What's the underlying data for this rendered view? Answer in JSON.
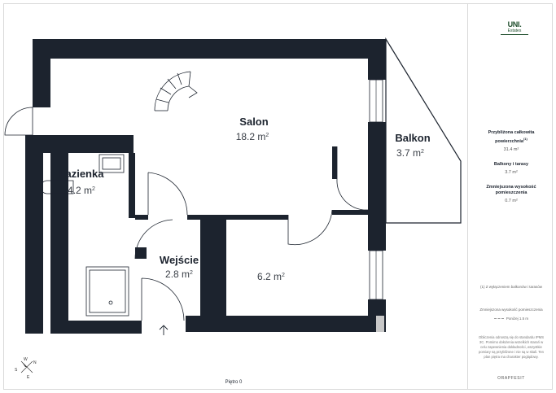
{
  "rooms": [
    {
      "name": "Salon",
      "area": "18.2 m",
      "sup": "2"
    },
    {
      "name": "Balkon",
      "area": "3.7 m",
      "sup": "2"
    },
    {
      "name": "Łazienka",
      "area": "4.2 m",
      "sup": "2"
    },
    {
      "name": "Wejście",
      "area": "2.8 m",
      "sup": "2"
    },
    {
      "name": "",
      "area": "6.2 m",
      "sup": "2"
    }
  ],
  "floor_label": "Piętro 0",
  "compass": {
    "n": "N",
    "s": "S",
    "w": "W",
    "e": "E"
  },
  "sidebar": {
    "logo_main": "UNI.",
    "logo_sub": "Estates",
    "total_label": "Przybliżona całkowita powierzchnia",
    "total_mark": "(1)",
    "total_value": "31.4 m²",
    "balcony_label": "Balkony i tarasy",
    "balcony_value": "3.7 m²",
    "reduced_label": "Zmniejszona wysokość pomieszczenia",
    "reduced_value": "0.7 m²",
    "note_1": "(1) Z wyłączeniem balkonów i tarasów",
    "note_2": "Zmniejszona wysokość pomieszczenia",
    "legend_text": "Poniżej 1.5 m",
    "disclaimer": "Obliczenia odnoszą się do standardu IPMS 3C. Pomimo dołożenia wszelkich starań w celu zapewnienia dokładności, wszystkie pomiary są przybliżone i nie są w skali. Ten plan piętra ma charakter poglądowy.",
    "brand": "ORAPFESIT"
  }
}
